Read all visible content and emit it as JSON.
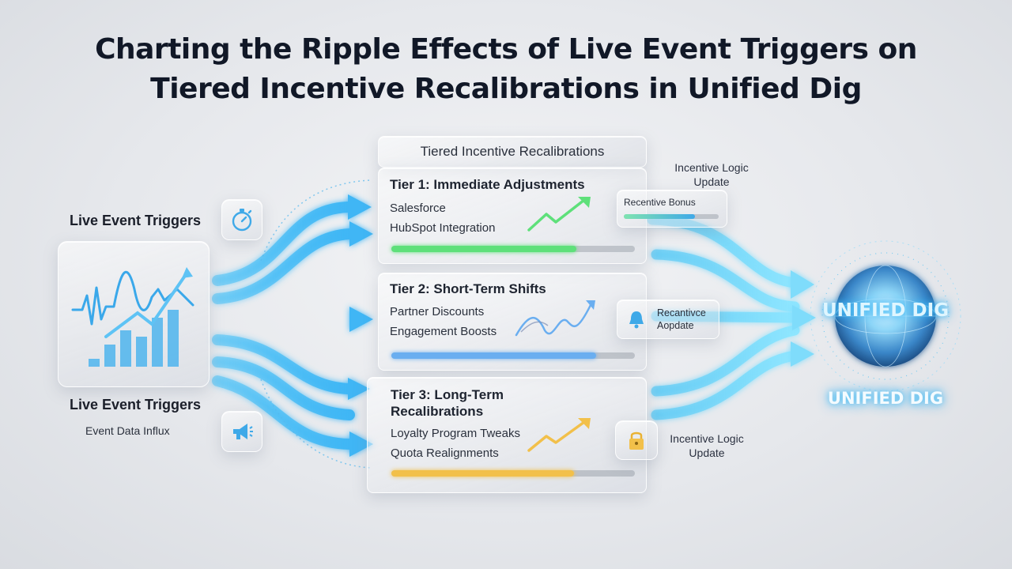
{
  "title": {
    "line1": "Charting the Ripple Effects of Live Event Triggers on",
    "line2": "Tiered Incentive Recalibrations in Unified Dig"
  },
  "left": {
    "top_label": "Live Event Triggers",
    "bottom_label": "Live Event Triggers",
    "sub_label": "Event Data Influx",
    "icons": [
      "stopwatch-icon",
      "megaphone-icon",
      "signal-chart-icon"
    ]
  },
  "center": {
    "header": "Tiered Incentive Recalibrations",
    "tiers": [
      {
        "title": "Tier 1: Immediate Adjustments",
        "items": [
          "Salesforce",
          "HubSpot Integration"
        ],
        "progress": 0.76,
        "color": "#5ee07a"
      },
      {
        "title": "Tier 2: Short-Term Shifts",
        "items": [
          "Partner Discounts",
          "Engagement Boosts"
        ],
        "progress": 0.84,
        "color": "#6aaef0"
      },
      {
        "title_line1": "Tier 3: Long-Term",
        "title_line2": "Recalibrations",
        "items": [
          "Loyalty Program Tweaks",
          "Quota Realignments"
        ],
        "progress": 0.75,
        "color": "#f2c04a"
      }
    ]
  },
  "right": {
    "logic_update_top_line1": "Incentive Logic",
    "logic_update_top_line2": "Update",
    "bonus_card": {
      "label": "Recentive Bonus",
      "progress": 0.75
    },
    "mid_card": {
      "line1": "Recantivce",
      "line2": "Aopdate",
      "icon": "bell-alert-icon"
    },
    "lock_icon": "padlock-icon",
    "logic_update_bottom_line1": "Incentive Logic",
    "logic_update_bottom_line2": "Update",
    "globe_label": "UNIFIED DIG",
    "globe_caption": "UNIFIED DIG"
  },
  "colors": {
    "flow_blue": "#4fc3f7",
    "flow_light": "#a8ecff",
    "tier1": "#5ee07a",
    "tier2": "#6aaef0",
    "tier3": "#f2c04a"
  }
}
